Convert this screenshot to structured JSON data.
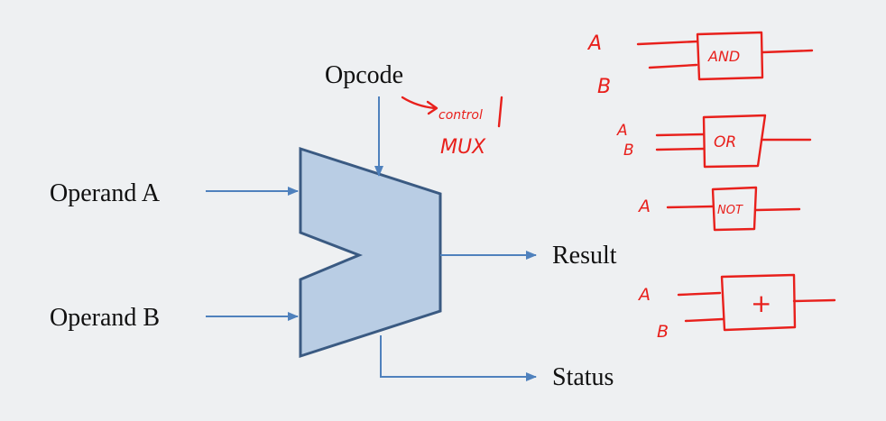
{
  "diagram": {
    "labels": {
      "opcode": "Opcode",
      "operand_a": "Operand A",
      "operand_b": "Operand B",
      "result": "Result",
      "status": "Status"
    },
    "annotations": {
      "control_note_line1": "control",
      "control_note_line2": "MUX",
      "and_gate": {
        "inputs": [
          "A",
          "B"
        ],
        "label": "AND"
      },
      "or_gate": {
        "inputs": [
          "A",
          "B"
        ],
        "label": "OR"
      },
      "not_gate": {
        "inputs": [
          "A"
        ],
        "label": "NOT"
      },
      "adder": {
        "inputs": [
          "A",
          "B"
        ],
        "label": "+"
      }
    },
    "colors": {
      "alu_fill": "#b9cde4",
      "alu_stroke": "#3a5a82",
      "arrow": "#4f81bd",
      "handwriting": "#e8201c",
      "background": "#eef0f2"
    }
  }
}
